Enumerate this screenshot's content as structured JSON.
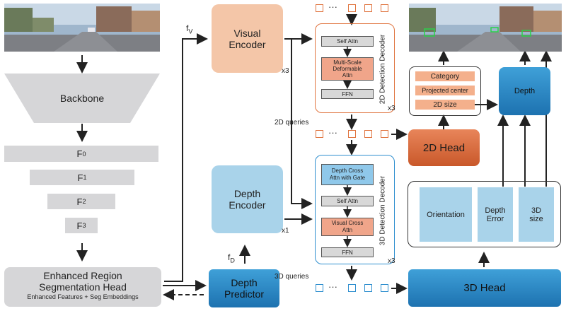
{
  "left": {
    "backbone": "Backbone",
    "features": [
      {
        "base": "F",
        "sub": "0"
      },
      {
        "base": "F",
        "sub": "1"
      },
      {
        "base": "F",
        "sub": "2"
      },
      {
        "base": "F",
        "sub": "3"
      }
    ],
    "seg_head_line1": "Enhanced Region",
    "seg_head_line2": "Segmentation Head",
    "seg_head_line3": "Enhanced Features + Seg Embeddings"
  },
  "mid": {
    "fv_base": "f",
    "fv_sub": "V",
    "fd_base": "f",
    "fd_sub": "D",
    "visual_encoder_l1": "Visual",
    "visual_encoder_l2": "Encoder",
    "visual_mult": "x3",
    "depth_encoder_l1": "Depth",
    "depth_encoder_l2": "Encoder",
    "depth_mult": "x1",
    "depth_predictor_l1": "Depth",
    "depth_predictor_l2": "Predictor"
  },
  "decoder2d": {
    "title": "2D Detection Decoder",
    "self_attn": "Self Attn",
    "msda_l1": "Multi-Scale",
    "msda_l2": "Deformable",
    "msda_l3": "Attn",
    "ffn": "FFN",
    "mult": "x3",
    "queries": "2D queries",
    "ellipsis_top": "···",
    "ellipsis_mid": "···"
  },
  "decoder3d": {
    "title": "3D Detection Decoder",
    "depth_cross_l1": "Depth Cross",
    "depth_cross_l2": "Attn with Gate",
    "self_attn": "Self Attn",
    "visual_cross_l1": "Visual Cross",
    "visual_cross_l2": "Attn",
    "ffn": "FFN",
    "mult": "x3",
    "queries": "3D queries",
    "ellipsis": "···"
  },
  "right": {
    "category": "Category",
    "projected_center": "Projected center",
    "size2d": "2D size",
    "depth": "Depth",
    "head2d": "2D Head",
    "orientation": "Orientation",
    "depth_error_l1": "Depth",
    "depth_error_l2": "Error",
    "size3d_l1": "3D",
    "size3d_l2": "size",
    "head3d": "3D Head"
  },
  "colors": {
    "orange_light": "#f4c6a8",
    "orange_dark": "#d2643a",
    "blue_light": "#a9d3ea",
    "blue_dark": "#2a86c4",
    "gray": "#d6d6d8"
  }
}
